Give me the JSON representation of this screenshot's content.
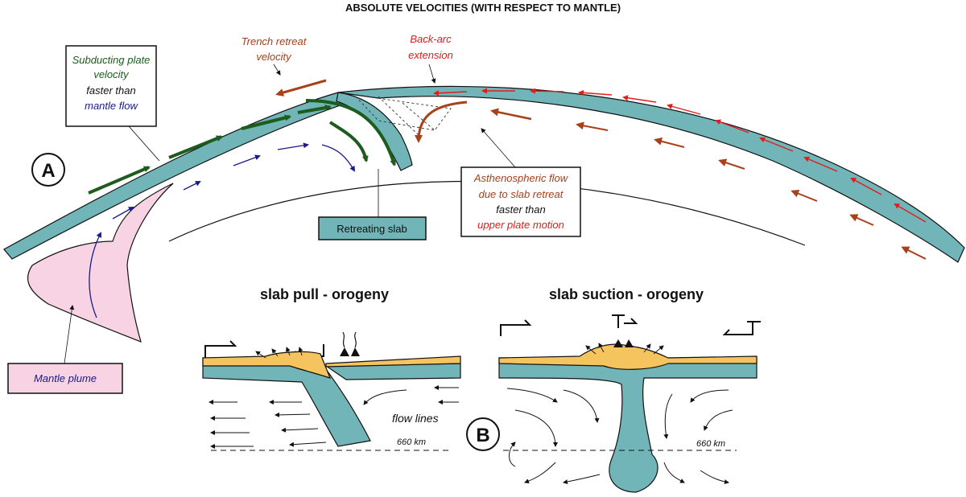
{
  "title": "ABSOLUTE VELOCITIES (WITH RESPECT TO MANTLE)",
  "panel_a": {
    "marker": "A",
    "subducting_box": {
      "line1": "Subducting plate",
      "line2": "velocity",
      "line3": "faster than",
      "line4": "mantle flow"
    },
    "trench_retreat": {
      "line1": "Trench retreat",
      "line2": "velocity"
    },
    "back_arc": {
      "line1": "Back-arc",
      "line2": "extension"
    },
    "asthenospheric_box": {
      "line1": "Asthenospheric flow",
      "line2": "due to slab retreat",
      "line3": "faster than",
      "line4": "upper plate motion"
    },
    "retreating_slab": "Retreating slab",
    "mantle_plume": "Mantle plume"
  },
  "panel_b": {
    "marker": "B",
    "slab_pull_title": "slab pull - orogeny",
    "slab_suction_title": "slab suction - orogeny",
    "flow_lines": "flow lines",
    "depth_left": "660 km",
    "depth_right": "660 km"
  },
  "colors": {
    "slab": "#72b5b9",
    "crust": "#f5c45f",
    "plume": "#f7d3e3",
    "green_arrow": "#1d5c1d",
    "blue_arrow": "#1a1a8c",
    "brown_arrow": "#a8401a",
    "red": "#e31b1b",
    "brown_text": "#a8401a",
    "green_text": "#1d5c1d",
    "blue_text": "#1a1a8c"
  }
}
